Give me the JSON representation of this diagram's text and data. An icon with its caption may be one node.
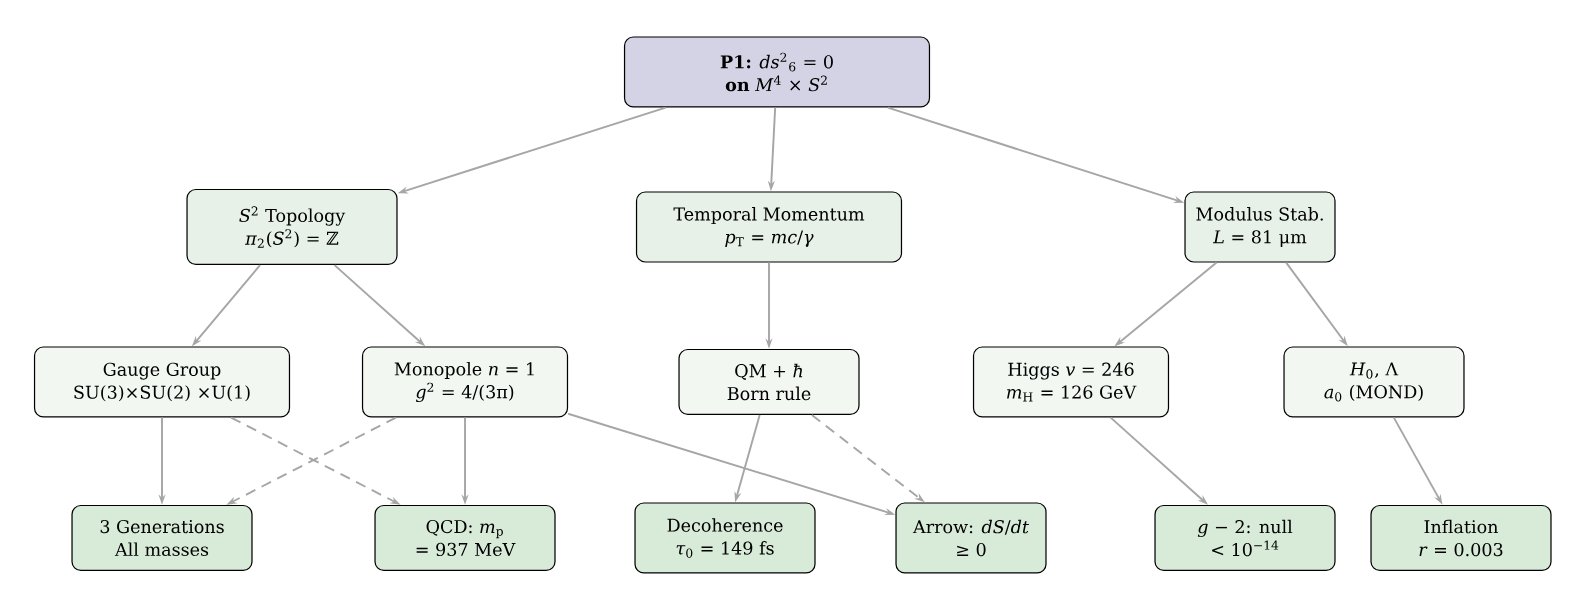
{
  "diagram": {
    "nodes": [
      {
        "text": [
          "**P1:** *ds*$^{2}$$_{6}$ = 0",
          "**on** *M*$^{4}$ × *S*$^{2}$"
        ]
      },
      {
        "text": [
          "*S*$^{2}$ Topology",
          "*π*$_{2}$(*S*$^{2}$) = ℤ"
        ]
      },
      {
        "text": [
          "Temporal Momentum",
          "*p*$_{T}$ = *mc*/*γ*"
        ]
      },
      {
        "text": [
          "Modulus Stab.",
          "*L* = 81 μm"
        ]
      },
      {
        "text": [
          "Gauge Group",
          "SU(3)×SU(2) ×U(1)"
        ]
      },
      {
        "text": [
          "Monopole *n* = 1",
          "*g*$^{2}$ = 4/(3π)"
        ]
      },
      {
        "text": [
          "QM + *ħ*",
          "Born rule"
        ]
      },
      {
        "text": [
          "Higgs *v* = 246",
          "*m*$_{H}$ = 126 GeV"
        ]
      },
      {
        "text": [
          "*H*$_{0}$, Λ",
          "*a*$_{0}$ (MOND)"
        ]
      },
      {
        "text": [
          "3 Generations",
          "All masses"
        ]
      },
      {
        "text": [
          "QCD: *m*$_{p}$",
          "= 937 MeV"
        ]
      },
      {
        "text": [
          "Decoherence",
          "*τ*$_{0}$ = 149 fs"
        ]
      },
      {
        "text": [
          "Arrow: *dS*/*dt*",
          "≥ 0"
        ]
      },
      {
        "text": [
          "*g* − 2: null",
          "< 10$^{−14}$"
        ]
      },
      {
        "text": [
          "Inflation",
          "*r* = 0.003"
        ]
      }
    ],
    "edges": [
      {
        "from": 0,
        "to": 1,
        "arrow": "to"
      },
      {
        "from": 0,
        "to": 2,
        "arrow": "to"
      },
      {
        "from": 0,
        "to": 3,
        "arrow": "to"
      },
      {
        "from": 1,
        "to": 4,
        "arrow": "to"
      },
      {
        "from": 1,
        "to": 5,
        "arrow": "to"
      },
      {
        "from": 2,
        "to": 6,
        "arrow": "to"
      },
      {
        "from": 3,
        "to": 7,
        "arrow": "to"
      },
      {
        "from": 3,
        "to": 8,
        "arrow": "to"
      },
      {
        "from": 4,
        "to": 9,
        "arrow": "to"
      },
      {
        "from": 4,
        "to": 10,
        "arrow": "to",
        "style": "dashed"
      },
      {
        "from": 5,
        "to": 9,
        "arrow": "to",
        "style": "dashed"
      },
      {
        "from": 5,
        "to": 10,
        "arrow": "to"
      },
      {
        "from": 5,
        "to": 12,
        "arrow": "to"
      },
      {
        "from": 6,
        "to": 11,
        "arrow": "to"
      },
      {
        "from": 6,
        "to": 12,
        "arrow": "to",
        "style": "dashed"
      },
      {
        "from": 7,
        "to": 13,
        "arrow": "to"
      },
      {
        "from": 8,
        "to": 14,
        "arrow": "to"
      }
    ]
  }
}
